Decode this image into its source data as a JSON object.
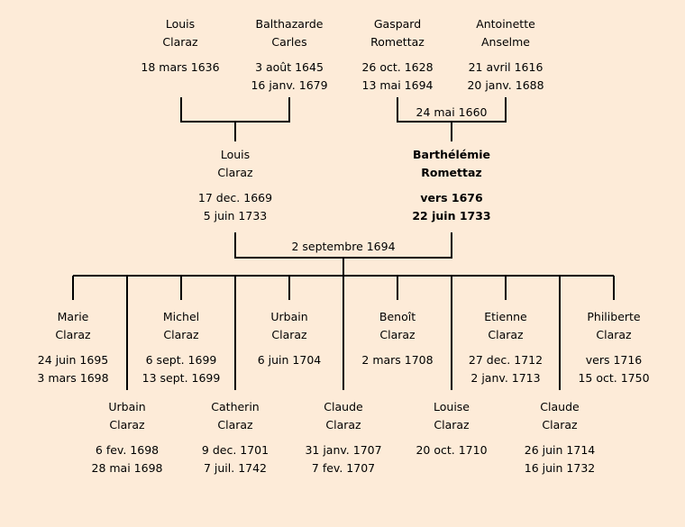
{
  "grandparents": [
    {
      "first": "Louis",
      "last": "Claraz",
      "d1": "18 mars 1636",
      "d2": ""
    },
    {
      "first": "Balthazarde",
      "last": "Carles",
      "d1": "3 août 1645",
      "d2": "16 janv. 1679"
    },
    {
      "first": "Gaspard",
      "last": "Romettaz",
      "d1": "26 oct. 1628",
      "d2": "13 mai 1694"
    },
    {
      "first": "Antoinette",
      "last": "Anselme",
      "d1": "21 avril 1616",
      "d2": "20 janv. 1688"
    }
  ],
  "grandparents_marriage_right": "24 mai 1660",
  "parents": [
    {
      "first": "Louis",
      "last": "Claraz",
      "d1": "17 dec. 1669",
      "d2": "5 juin 1733"
    },
    {
      "first": "Barthélémie",
      "last": "Romettaz",
      "d1": "vers 1676",
      "d2": "22 juin 1733"
    }
  ],
  "parents_marriage": "2 septembre 1694",
  "children": [
    {
      "first": "Marie",
      "last": "Claraz",
      "d1": "24 juin 1695",
      "d2": "3 mars 1698"
    },
    {
      "first": "Urbain",
      "last": "Claraz",
      "d1": "6 fev. 1698",
      "d2": "28 mai 1698"
    },
    {
      "first": "Michel",
      "last": "Claraz",
      "d1": "6 sept. 1699",
      "d2": "13 sept. 1699"
    },
    {
      "first": "Catherin",
      "last": "Claraz",
      "d1": "9 dec. 1701",
      "d2": "7 juil. 1742"
    },
    {
      "first": "Urbain",
      "last": "Claraz",
      "d1": "6 juin 1704",
      "d2": ""
    },
    {
      "first": "Claude",
      "last": "Claraz",
      "d1": "31 janv. 1707",
      "d2": "7 fev. 1707"
    },
    {
      "first": "Benoît",
      "last": "Claraz",
      "d1": "2 mars 1708",
      "d2": ""
    },
    {
      "first": "Louise",
      "last": "Claraz",
      "d1": "20 oct. 1710",
      "d2": ""
    },
    {
      "first": "Etienne",
      "last": "Claraz",
      "d1": "27 dec. 1712",
      "d2": "2 janv. 1713"
    },
    {
      "first": "Claude",
      "last": "Claraz",
      "d1": "26 juin 1714",
      "d2": "16 juin 1732"
    },
    {
      "first": "Philiberte",
      "last": "Claraz",
      "d1": "vers 1716",
      "d2": "15 oct. 1750"
    }
  ]
}
